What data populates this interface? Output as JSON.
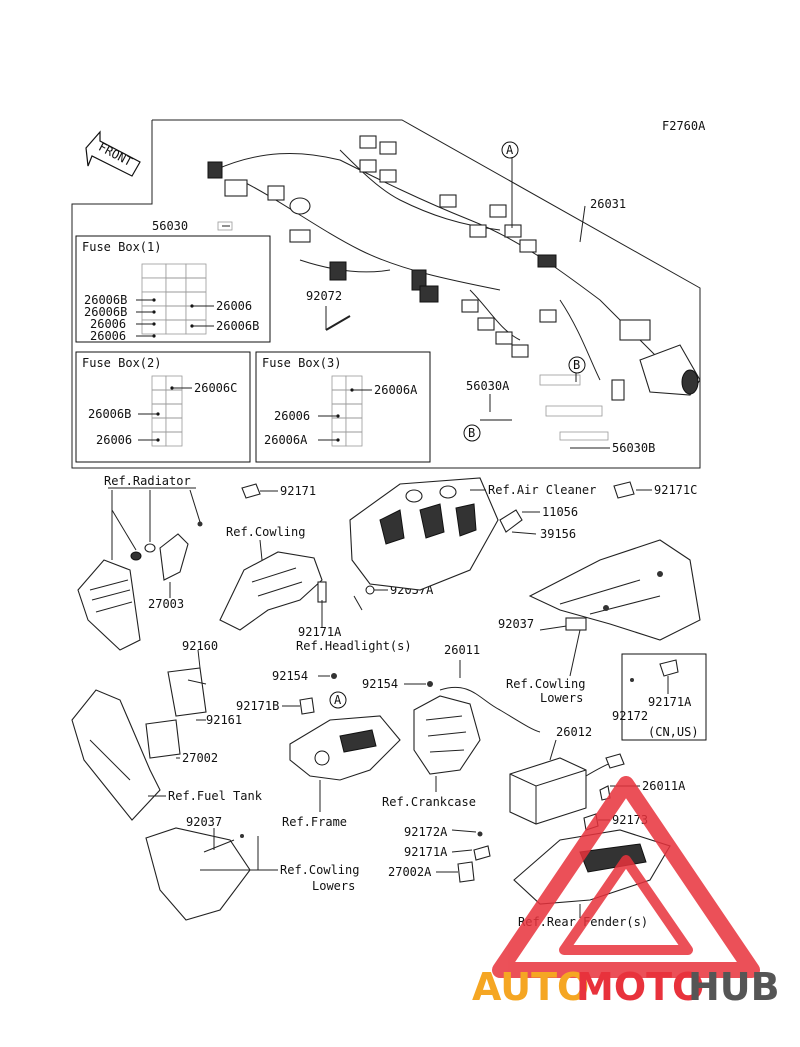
{
  "figure_code": "F2760A",
  "front_label": "FRONT",
  "fuse_boxes": [
    {
      "title": "Fuse Box(1)",
      "labels_left": [
        "26006B",
        "26006B",
        "26006",
        "26006"
      ],
      "labels_right": [
        "26006",
        "26006B"
      ]
    },
    {
      "title": "Fuse Box(2)",
      "labels_left": [
        "26006B",
        "26006"
      ],
      "labels_right": [
        "26006C"
      ]
    },
    {
      "title": "Fuse Box(3)",
      "labels_left": [
        "26006",
        "26006A"
      ],
      "labels_right": [
        "26006A"
      ]
    }
  ],
  "callouts": {
    "A": "A",
    "B": "B"
  },
  "labels": {
    "p26031": "26031",
    "p56030": "56030",
    "p92072": "92072",
    "p56030A": "56030A",
    "p56030B": "56030B",
    "ref_radiator": "Ref.Radiator",
    "p92171": "92171",
    "ref_air_cleaner": "Ref.Air Cleaner",
    "p92171C": "92171C",
    "p11056": "11056",
    "p39156": "39156",
    "ref_cowling": "Ref.Cowling",
    "p27003": "27003",
    "p92037A": "92037A",
    "p92171A_top": "92171A",
    "ref_headlight": "Ref.Headlight(s)",
    "p92037_right": "92037",
    "ref_cowling_lowers_right_1": "Ref.Cowling",
    "ref_cowling_lowers_right_2": "Lowers",
    "p92171A_right": "92171A",
    "p92172_right": "92172",
    "cn_us": "(CN,US)",
    "p92160": "92160",
    "p92161": "92161",
    "p27002": "27002",
    "ref_fuel_tank": "Ref.Fuel Tank",
    "p92154_a": "92154",
    "p92154_b": "92154",
    "p92171B": "92171B",
    "p26011": "26011",
    "ref_frame": "Ref.Frame",
    "ref_crankcase": "Ref.Crankcase",
    "p26012": "26012",
    "p26011A": "26011A",
    "p92037_bottom": "92037",
    "ref_cowling_lowers_bottom_1": "Ref.Cowling",
    "ref_cowling_lowers_bottom_2": "Lowers",
    "p92172A": "92172A",
    "p92171A_bottom": "92171A",
    "p27002A": "27002A",
    "p92173": "92173",
    "ref_rear_fender": "Ref.Rear Fender(s)"
  },
  "watermark": {
    "part1": "AUTO",
    "part2": "MOTO",
    "part3": "HUB",
    "color_orange": "#f5a623",
    "color_red": "#e8323c",
    "color_gray": "#555555"
  }
}
